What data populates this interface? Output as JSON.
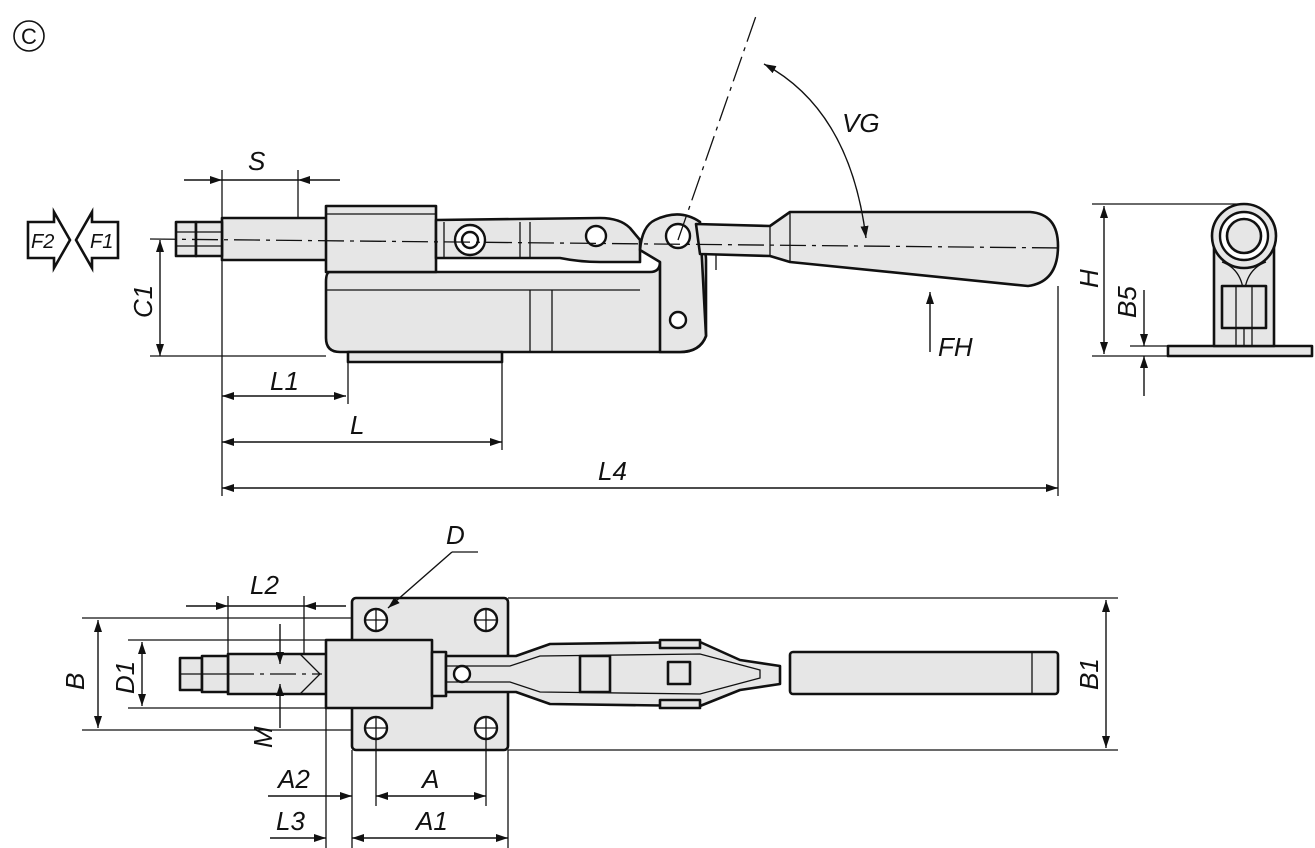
{
  "variant_mark": "C",
  "labels": {
    "S": "S",
    "VG": "VG",
    "F2": "F2",
    "F1": "F1",
    "C1": "C1",
    "FH": "FH",
    "H": "H",
    "B5": "B5",
    "L1": "L1",
    "L": "L",
    "L4": "L4",
    "D": "D",
    "L2": "L2",
    "B": "B",
    "D1": "D1",
    "M": "M",
    "B1": "B1",
    "A2": "A2",
    "A": "A",
    "L3": "L3",
    "A1": "A1"
  }
}
